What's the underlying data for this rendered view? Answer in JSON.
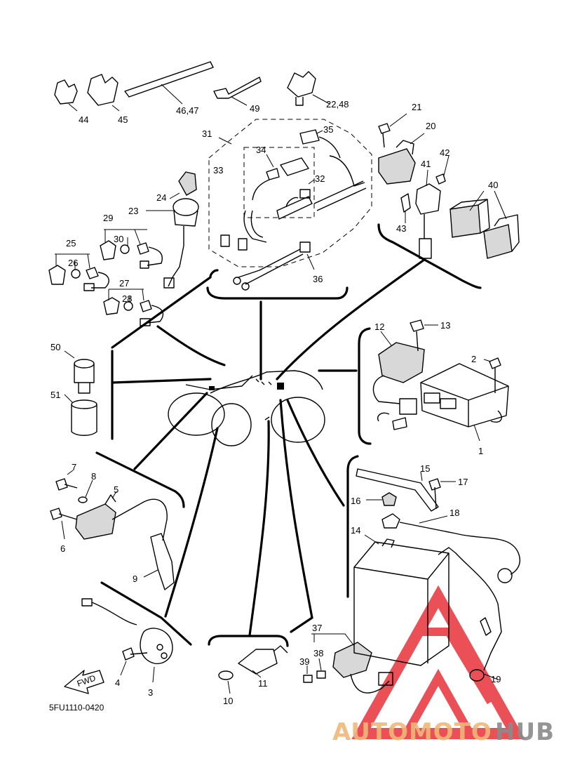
{
  "diagram_code": "5FU1110-0420",
  "direction_label": "FWD",
  "watermark": {
    "part1": "AUTOMOTO",
    "part2": "HUB",
    "color1": "#f0b87a",
    "color2": "#8a8a8a",
    "logo_color": "#e8323a"
  },
  "callouts": {
    "c1": "1",
    "c2": "2",
    "c3": "3",
    "c4": "4",
    "c5": "5",
    "c6": "6",
    "c7": "7",
    "c8": "8",
    "c9": "9",
    "c10": "10",
    "c11": "11",
    "c12": "12",
    "c13": "13",
    "c14": "14",
    "c15": "15",
    "c16": "16",
    "c17": "17",
    "c18": "18",
    "c19": "19",
    "c20": "20",
    "c21": "21",
    "c2248": "22,48",
    "c23": "23",
    "c24": "24",
    "c25": "25",
    "c26": "26",
    "c27": "27",
    "c28": "28",
    "c29": "29",
    "c30": "30",
    "c31": "31",
    "c32": "32",
    "c33": "33",
    "c34": "34",
    "c35": "35",
    "c36": "36",
    "c37": "37",
    "c38": "38",
    "c39": "39",
    "c40": "40",
    "c41": "41",
    "c42": "42",
    "c43": "43",
    "c44": "44",
    "c45": "45",
    "c4647": "46,47",
    "c49": "49",
    "c50": "50",
    "c51": "51"
  }
}
